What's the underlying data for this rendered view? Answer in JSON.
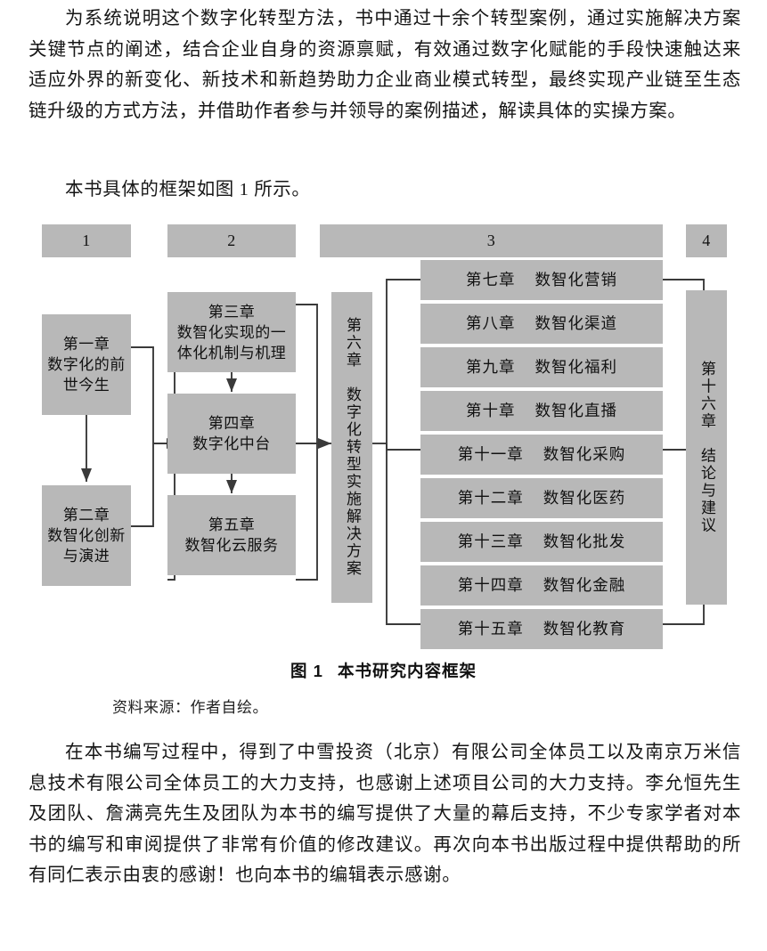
{
  "document": {
    "intro_paragraph": "为系统说明这个数字化转型方法，书中通过十余个转型案例，通过实施解决方案关键节点的阐述，结合企业自身的资源禀赋，有效通过数字化赋能的手段快速触达来适应外界的新变化、新技术和新趋势助力企业商业模式转型，最终实现产业链至生态链升级的方式方法，并借助作者参与并领导的案例描述，解读具体的实操方案。",
    "frame_lead": "本书具体的框架如图 1 所示。",
    "acknowledgement": "在本书编写过程中，得到了中雪投资（北京）有限公司全体员工以及南京万米信息技术有限公司全体员工的大力支持，也感谢上述项目公司的大力支持。李允恒先生及团队、詹满亮先生及团队为本书的编写提供了大量的幕后支持，不少专家学者对本书的编写和审阅提供了非常有价值的修改建议。再次向本书出版过程中提供帮助的所有同仁表示由衷的感谢！也向本书的编辑表示感谢。"
  },
  "figure": {
    "caption_number": "图 1",
    "caption_title": "本书研究内容框架",
    "source_note": "资料来源：作者自绘。",
    "colors": {
      "box_fill": "#b8b8b8",
      "wire": "#3a3a3a",
      "text": "#111111",
      "page_background": "#ffffff"
    },
    "stage_headers": [
      {
        "label": "1"
      },
      {
        "label": "2"
      },
      {
        "label": "3"
      },
      {
        "label": "4"
      }
    ],
    "stage1_boxes": [
      {
        "line1": "第一章",
        "line2": "数字化的前",
        "line3": "世今生"
      },
      {
        "line1": "第二章",
        "line2": "数智化创新",
        "line3": "与演进"
      }
    ],
    "stage2_boxes": [
      {
        "line1": "第三章",
        "line2": "数智化实现的一",
        "line3": "体化机制与机理"
      },
      {
        "line1": "第四章",
        "line2": "数字化中台",
        "line3": ""
      },
      {
        "line1": "第五章",
        "line2": "数智化云服务",
        "line3": ""
      }
    ],
    "stage3_hub": {
      "label": "第六章　数字化转型实施解决方案"
    },
    "stage3_chapters": [
      {
        "number": "第七章",
        "title": "数智化营销"
      },
      {
        "number": "第八章",
        "title": "数智化渠道"
      },
      {
        "number": "第九章",
        "title": "数智化福利"
      },
      {
        "number": "第十章",
        "title": "数智化直播"
      },
      {
        "number": "第十一章",
        "title": "数智化采购"
      },
      {
        "number": "第十二章",
        "title": "数智化医药"
      },
      {
        "number": "第十三章",
        "title": "数智化批发"
      },
      {
        "number": "第十四章",
        "title": "数智化金融"
      },
      {
        "number": "第十五章",
        "title": "数智化教育"
      }
    ],
    "stage4_box": {
      "label": "第十六章　结论与建议"
    }
  }
}
